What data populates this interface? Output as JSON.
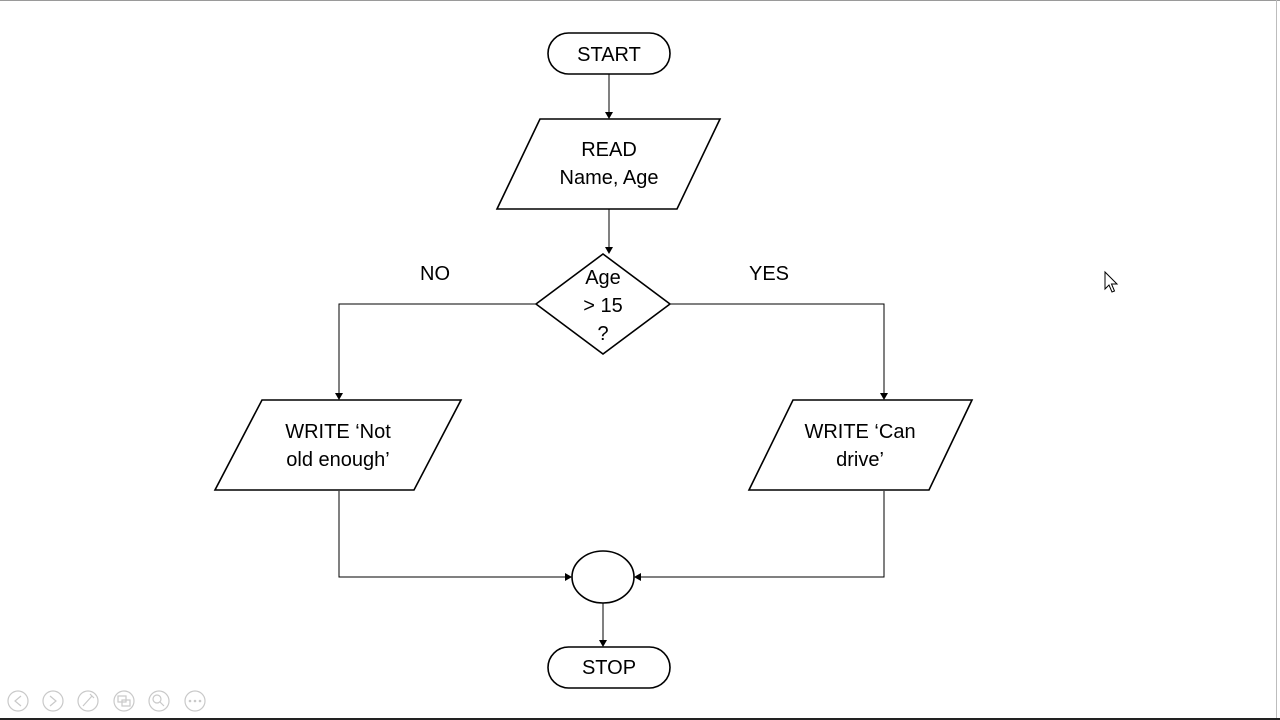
{
  "flowchart": {
    "start_label": "START",
    "read_lines": [
      "READ",
      "Name, Age"
    ],
    "decision_lines": [
      "Age",
      "> 15",
      "?"
    ],
    "no_label": "NO",
    "yes_label": "YES",
    "write_no_lines": [
      "WRITE ‘Not",
      "old enough’"
    ],
    "write_yes_lines": [
      "WRITE ‘Can",
      "drive’"
    ],
    "stop_label": "STOP"
  },
  "slideshow_controls": {
    "icons": [
      "previous-icon",
      "next-icon",
      "pen-icon",
      "slides-icon",
      "zoom-icon",
      "more-icon"
    ]
  }
}
